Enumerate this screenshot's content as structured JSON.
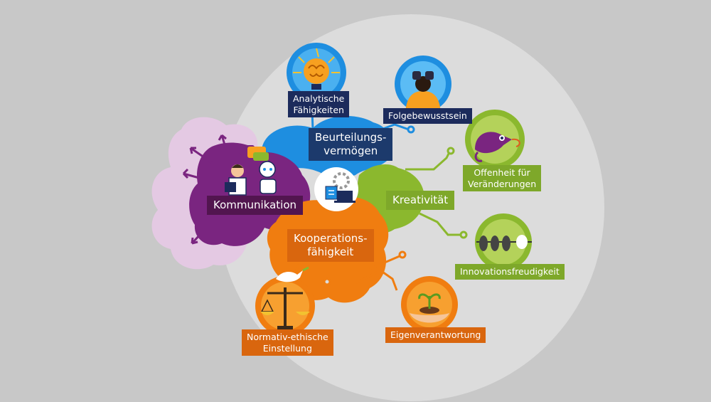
{
  "nodes": {
    "analytische": {
      "line1": "Analytische",
      "line2": "Fähigkeiten"
    },
    "folgebewusstsein": {
      "text": "Folgebewusstsein"
    },
    "beurteilung": {
      "line1": "Beurteilungs-",
      "line2": "vermögen"
    },
    "offenheit": {
      "line1": "Offenheit für",
      "line2": "Veränderungen"
    },
    "kreativitaet": {
      "text": "Kreativität"
    },
    "kommunikation": {
      "text": "Kommunikation"
    },
    "kooperation": {
      "line1": "Kooperations-",
      "line2": "fähigkeit"
    },
    "innovation": {
      "text": "Innovationsfreudigkeit"
    },
    "normativ": {
      "line1": "Normativ-ethische",
      "line2": "Einstellung"
    },
    "eigenverantwortung": {
      "text": "Eigenverantwortung"
    }
  },
  "colors": {
    "background": "#c8c8c8",
    "circle": "#dcdcdc",
    "blue": "#1e8ee0",
    "green": "#8bb82e",
    "orange": "#f07d10",
    "purple": "#7a2580",
    "lilac": "#e3c8e2",
    "navy": "#1c2b5c"
  },
  "icons": [
    "brain-lightbulb-icon",
    "binoculars-person-icon",
    "chameleon-icon",
    "birds-on-wire-icon",
    "scales-icon",
    "sprout-hands-icon",
    "person-and-robot-icon",
    "gear-laptop-icon",
    "dove-icon"
  ]
}
